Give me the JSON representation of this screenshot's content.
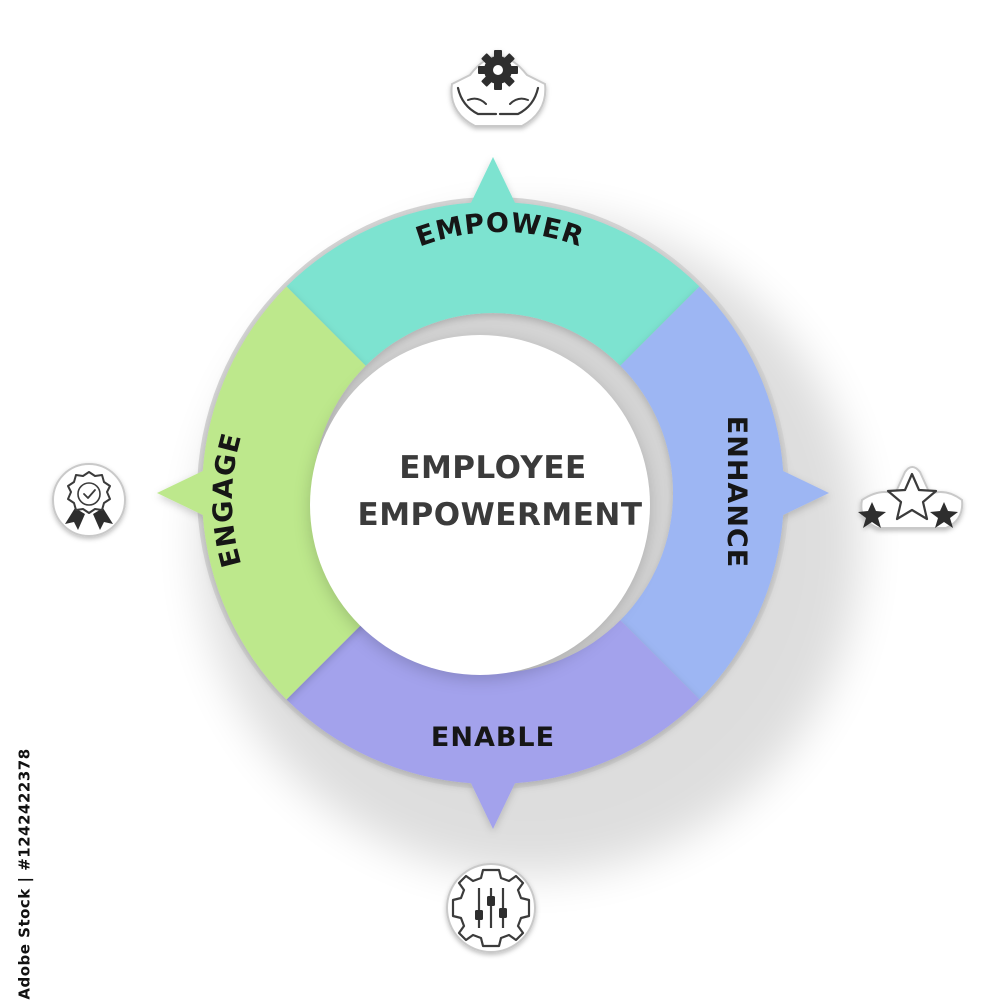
{
  "center": {
    "line1": "EMPLOYEE",
    "line2": "EMPOWERMENT"
  },
  "segments": [
    {
      "label": "EMPOWER",
      "color": "#7de3d0",
      "icon": "hand-holding-gear-icon"
    },
    {
      "label": "ENHANCE",
      "color": "#9db6f3",
      "icon": "three-stars-icon"
    },
    {
      "label": "ENABLE",
      "color": "#a3a2ec",
      "icon": "gear-with-sliders-icon"
    },
    {
      "label": "ENGAGE",
      "color": "#bde88c",
      "icon": "award-badge-icon"
    }
  ],
  "watermark": {
    "stock_id": "Adobe Stock | #1242422378"
  }
}
